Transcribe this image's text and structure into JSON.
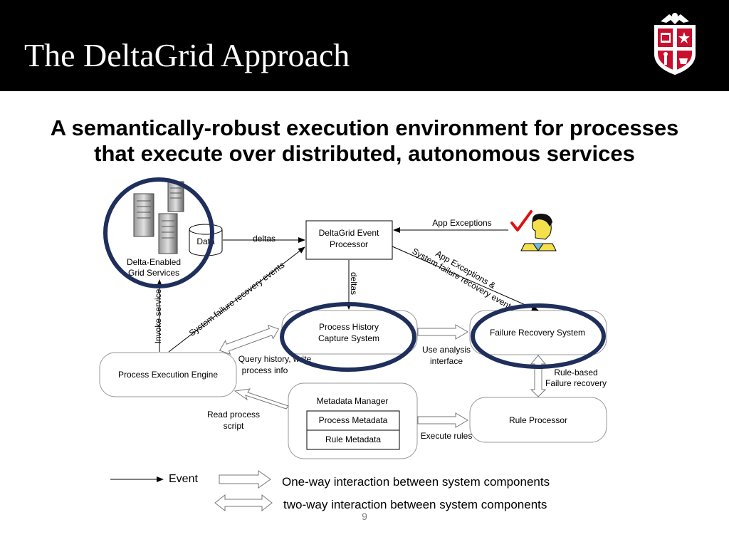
{
  "slide": {
    "title": "The DeltaGrid Approach",
    "subtitle_line1": "A semantically-robust execution environment for processes",
    "subtitle_line2": "that execute over distributed, autonomous services",
    "page_number": "9"
  },
  "diagram": {
    "nodes": {
      "data_store": "Data",
      "delta_enabled_line1": "Delta-Enabled",
      "delta_enabled_line2": "Grid Services",
      "event_processor_line1": "DeltaGrid Event",
      "event_processor_line2": "Processor",
      "history_capture_line1": "Process History",
      "history_capture_line2": "Capture System",
      "failure_recovery": "Failure Recovery System",
      "execution_engine": "Process Execution Engine",
      "metadata_manager": "Metadata Manager",
      "process_metadata": "Process Metadata",
      "rule_metadata": "Rule Metadata",
      "rule_processor": "Rule Processor"
    },
    "edges": {
      "deltas_horizontal": "deltas",
      "deltas_vertical": "deltas",
      "app_exceptions": "App Exceptions",
      "app_exc_system_line1": "App Exceptions &",
      "app_exc_system_line2": "System failure recovery events",
      "system_failure_events": "System failure recovery events",
      "invoke_services": "Invoke services",
      "query_history_line1": "Query history, write",
      "query_history_line2": "process info",
      "use_analysis_line1": "Use analysis",
      "use_analysis_line2": "interface",
      "rule_based_line1": "Rule-based",
      "rule_based_line2": "Failure recovery",
      "read_process_line1": "Read process",
      "read_process_line2": "script",
      "execute_rules": "Execute rules"
    },
    "legend": {
      "event": "Event",
      "one_way": "One-way interaction between system components",
      "two_way": "two-way interaction between system components"
    },
    "colors": {
      "highlight_ring": "#1f2f5c",
      "header_bg": "#000000",
      "check_mark": "#dd1111",
      "logo_red": "#c8102e"
    }
  }
}
